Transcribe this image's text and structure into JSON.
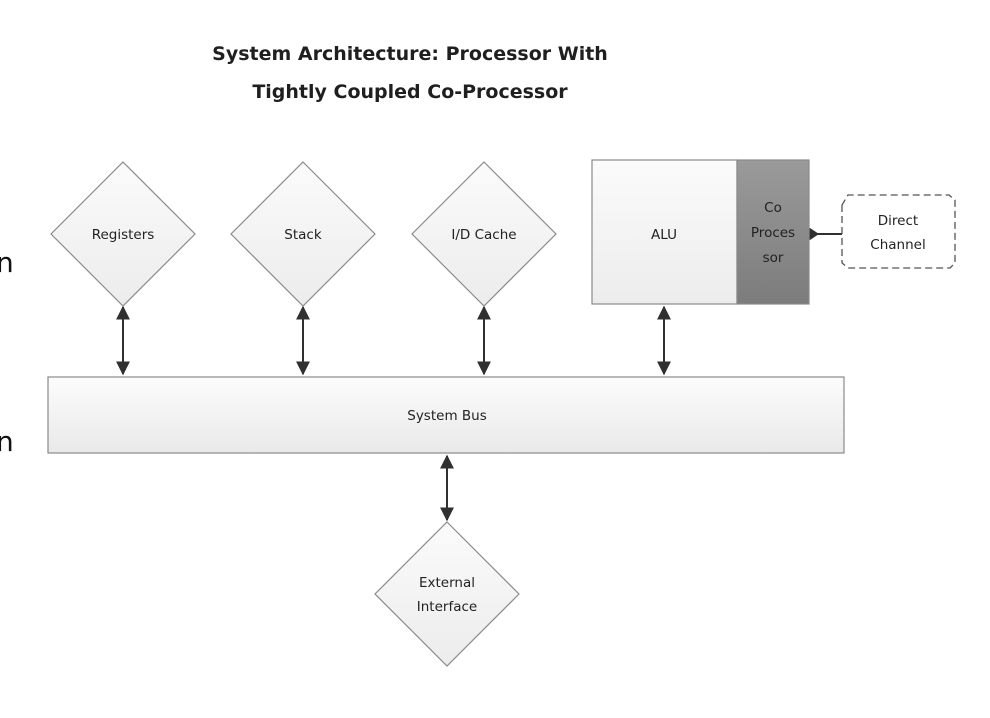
{
  "diagram": {
    "title_line1": "System Architecture: Processor With",
    "title_line2": "Tightly Coupled Co-Processor",
    "nodes": {
      "registers": "Registers",
      "stack": "Stack",
      "id_cache": "I/D Cache",
      "alu": "ALU",
      "coprocessor_line1": "Co",
      "coprocessor_line2": "Proces",
      "coprocessor_line3": "sor",
      "direct_channel_line1": "Direct",
      "direct_channel_line2": "Channel",
      "system_bus": "System Bus",
      "external_interface_line1": "External",
      "external_interface_line2": "Interface"
    },
    "clipped_text": {
      "left_fragment_1": "n",
      "left_fragment_2": "n"
    },
    "colors": {
      "node_fill_light": "#f7f7f7",
      "coprocessor_fill": "#8c8c8c",
      "outline": "#8a8a8a",
      "connector": "#303030"
    }
  }
}
